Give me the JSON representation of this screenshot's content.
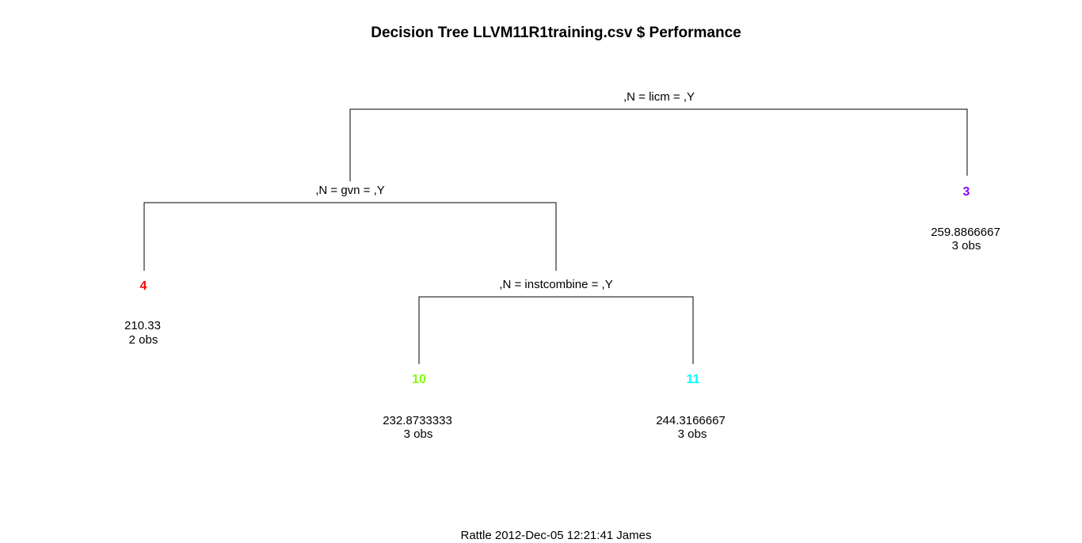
{
  "title": "Decision Tree LLVM11R1training.csv $ Performance",
  "footer": "Rattle 2012-Dec-05 12:21:41 James",
  "splits": {
    "root": ",N = licm = ,Y",
    "left": ",N = gvn = ,Y",
    "left_right": ",N = instcombine = ,Y"
  },
  "leaves": {
    "n3": {
      "id": "3",
      "color": "#8b00ff",
      "value": "259.8866667",
      "obs": "3 obs"
    },
    "n4": {
      "id": "4",
      "color": "#ff0000",
      "value": "210.33",
      "obs": "2 obs"
    },
    "n10": {
      "id": "10",
      "color": "#80ff00",
      "value": "232.8733333",
      "obs": "3 obs"
    },
    "n11": {
      "id": "11",
      "color": "#00ffff",
      "value": "244.3166667",
      "obs": "3 obs"
    }
  }
}
